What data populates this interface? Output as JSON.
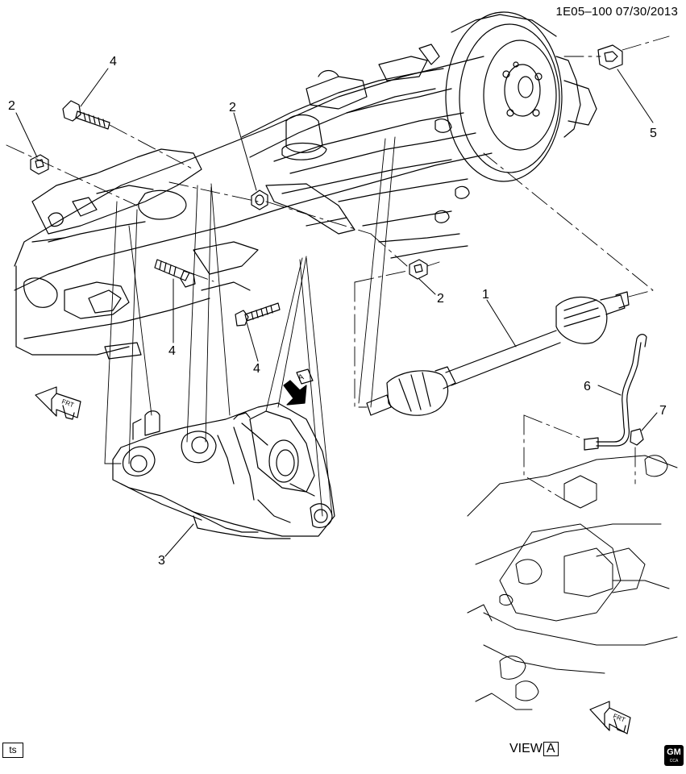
{
  "header": {
    "id": "1E05–100 07/30/2013"
  },
  "callouts": {
    "c1": "1",
    "c2a": "2",
    "c2b": "2",
    "c2c": "2",
    "c3": "3",
    "c4a": "4",
    "c4b": "4",
    "c4c": "4",
    "c5": "5",
    "c6": "6",
    "c7": "7"
  },
  "arrows": {
    "front_left": "FRT",
    "front_right": "FRT",
    "view_marker": "A"
  },
  "footer": {
    "ts": "ts",
    "view_label": "VIEW",
    "view_letter": "A",
    "logo_text": "GM",
    "logo_sub": "CCA"
  }
}
